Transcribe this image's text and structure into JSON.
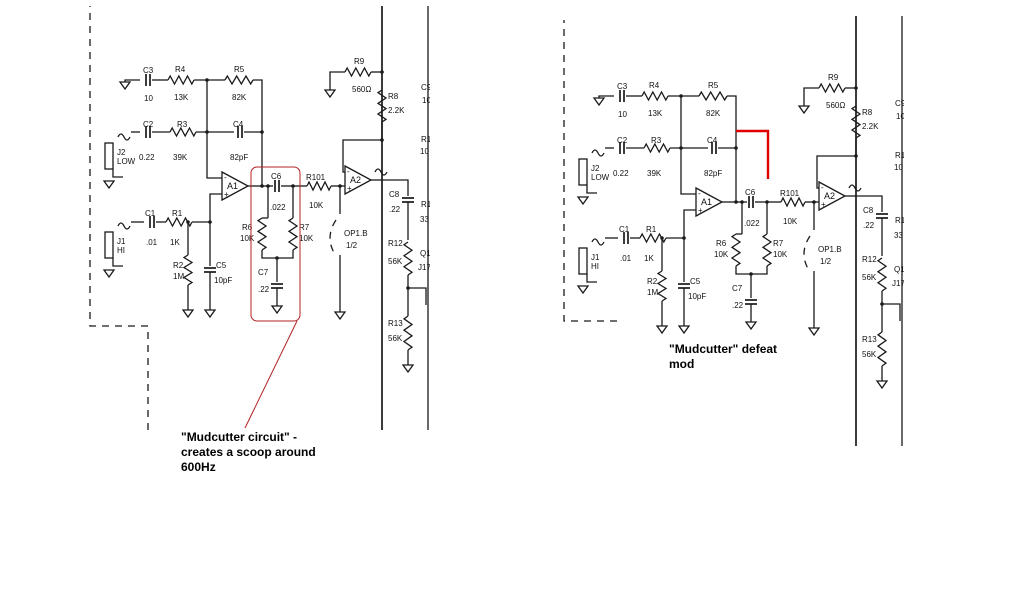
{
  "components": {
    "C3": {
      "ref": "C3",
      "value": "10"
    },
    "R4": {
      "ref": "R4",
      "value": "13K"
    },
    "R5": {
      "ref": "R5",
      "value": "82K"
    },
    "C2": {
      "ref": "C2",
      "value": "0.22"
    },
    "R3": {
      "ref": "R3",
      "value": "39K"
    },
    "C4": {
      "ref": "C4",
      "value": "82pF"
    },
    "J2": {
      "ref": "J2",
      "value": "LOW"
    },
    "J1": {
      "ref": "J1",
      "value": "HI"
    },
    "C1": {
      "ref": "C1",
      "value": ".01"
    },
    "R1": {
      "ref": "R1",
      "value": "1K"
    },
    "R2": {
      "ref": "R2",
      "value": "1M"
    },
    "C5": {
      "ref": "C5",
      "value": "10pF"
    },
    "A1": {
      "ref": "A1"
    },
    "C6": {
      "ref": "C6",
      "value": ".022"
    },
    "R6": {
      "ref": "R6",
      "value": "10K"
    },
    "R7": {
      "ref": "R7",
      "value": "10K"
    },
    "C7": {
      "ref": "C7",
      "value": ".22"
    },
    "R101": {
      "ref": "R101",
      "value": "10K"
    },
    "OP1B": {
      "ref": "OP1.B",
      "value": "1/2"
    },
    "A2": {
      "ref": "A2"
    },
    "R9": {
      "ref": "R9",
      "value": "560Ω"
    },
    "R8": {
      "ref": "R8",
      "value": "2.2K"
    },
    "C8": {
      "ref": "C8",
      "value": ".22"
    },
    "R12": {
      "ref": "R12",
      "value": "56K"
    },
    "R13": {
      "ref": "R13",
      "value": "56K"
    },
    "Q1": {
      "ref": "Q1",
      "value": "J17"
    },
    "C9": {
      "ref": "C9",
      "value": "10"
    },
    "R10": {
      "ref": "R1",
      "value": "10"
    },
    "R11": {
      "ref": "R1",
      "value": "33"
    }
  },
  "annotations": {
    "left": {
      "lines": [
        "\"Mudcutter circuit\" -",
        "creates a scoop around",
        "600Hz"
      ]
    },
    "right": {
      "lines": [
        "\"Mudcutter\" defeat",
        "mod"
      ]
    }
  },
  "colors": {
    "ink": "#1a1a1a",
    "highlight_circle": "#b22222",
    "mod_wire": "#e00000"
  }
}
